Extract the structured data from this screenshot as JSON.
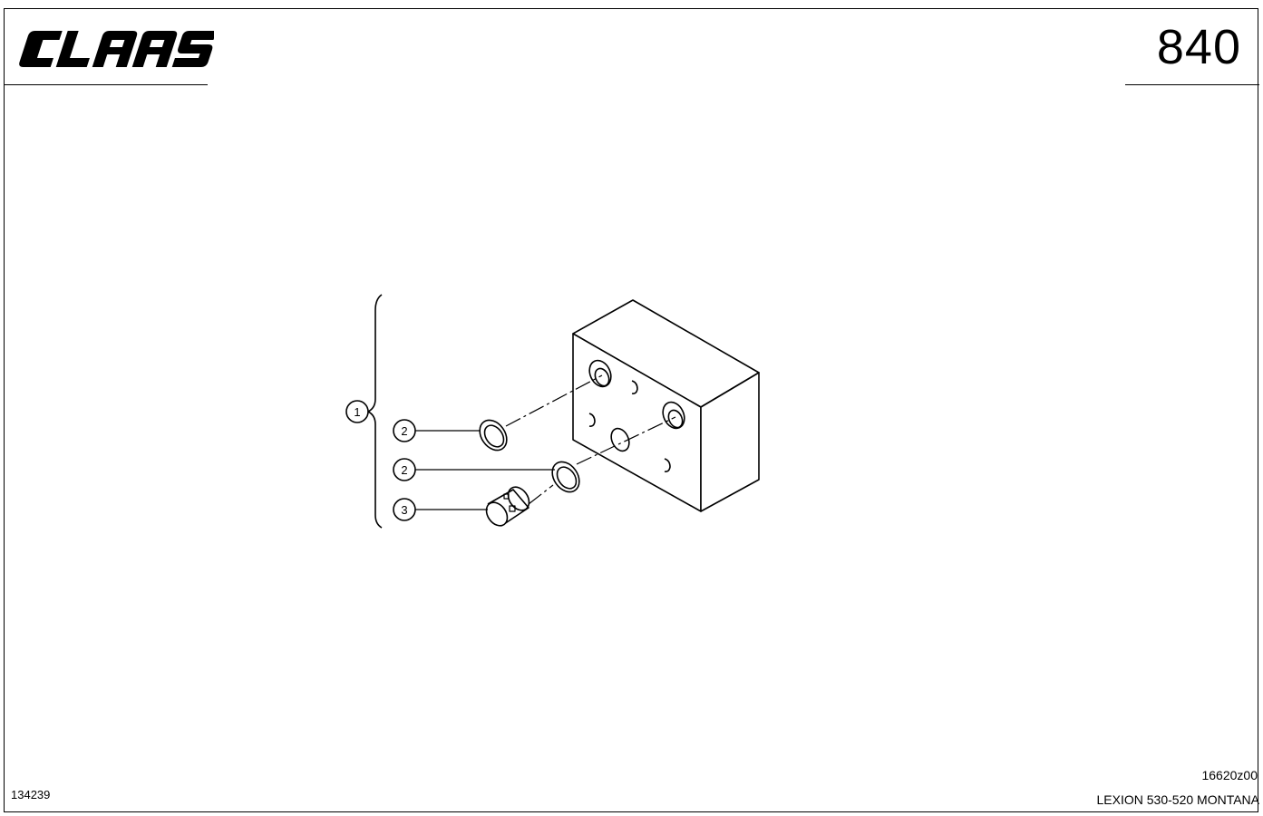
{
  "header": {
    "brand": "CLAAS",
    "page_number": "840"
  },
  "diagram": {
    "callouts": [
      "1",
      "2",
      "2",
      "3"
    ]
  },
  "footer": {
    "drawing_number": "134239",
    "figure_code": "16620z00",
    "model": "LEXION 530-520 MONTANA"
  }
}
